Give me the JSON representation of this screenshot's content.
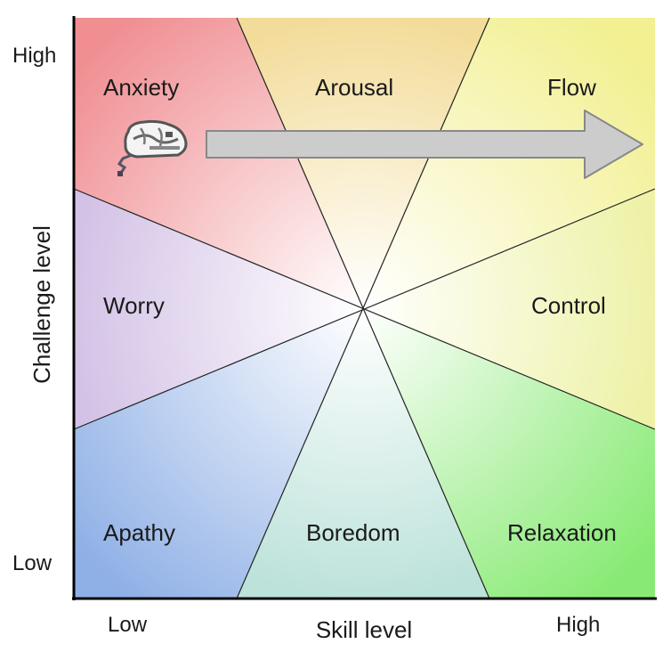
{
  "regions": {
    "anxiety": "Anxiety",
    "arousal": "Arousal",
    "flow": "Flow",
    "worry": "Worry",
    "control": "Control",
    "apathy": "Apathy",
    "boredom": "Boredom",
    "relaxation": "Relaxation"
  },
  "axes": {
    "y_title": "Challenge level",
    "y_high": "High",
    "y_low": "Low",
    "x_title": "Skill level",
    "x_low": "Low",
    "x_high": "High"
  },
  "colors": {
    "anxiety": "#f08e92",
    "arousal": "#f3dc99",
    "flow": "#f2f090",
    "worry": "#d4c2e6",
    "control": "#eef2a8",
    "apathy": "#8fb0e6",
    "boredom": "#bce2da",
    "relaxation": "#88ea74",
    "center": "#ffffff",
    "arrow_fill": "#cccccc",
    "arrow_stroke": "#888888",
    "axis": "#000000"
  },
  "icons": {
    "brain": "brain-icon",
    "arrow": "progress-arrow-icon"
  }
}
